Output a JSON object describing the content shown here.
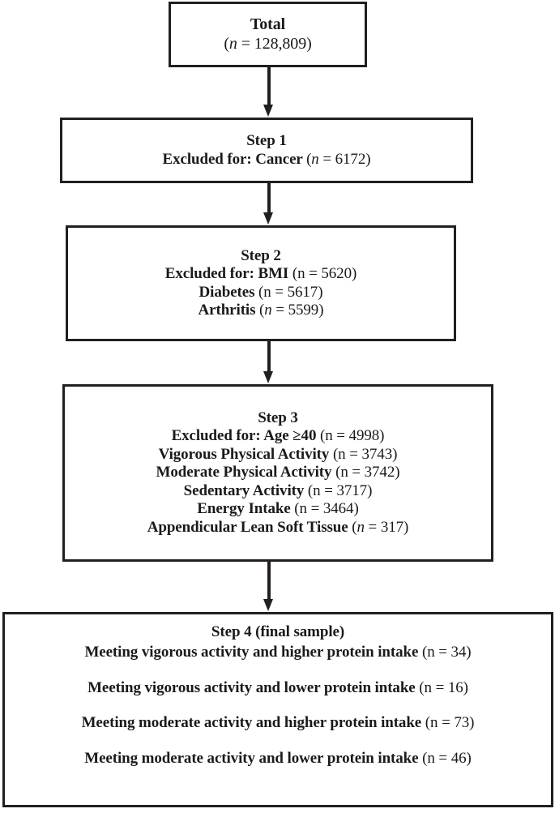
{
  "figure": {
    "kind": "participant-flow-diagram",
    "colors": {
      "border": "#231f20",
      "text": "#1a1a1a",
      "background": "#ffffff",
      "arrow": "#231f20"
    }
  },
  "nodes": {
    "total": {
      "title": "Total",
      "count_text": "(n = 128,809)",
      "count_prefix": "(",
      "count_var": "n",
      "count_value": " = 128,809)"
    },
    "step1": {
      "title": "Step 1",
      "lines": [
        {
          "label": "Excluded for: Cancer ",
          "paren_open": "(",
          "var": "n",
          "var_italic": true,
          "value": " = 6172)"
        }
      ]
    },
    "step2": {
      "title": "Step 2",
      "lines": [
        {
          "label": "Excluded for: BMI ",
          "paren_open": "(",
          "var": "n",
          "var_italic": false,
          "value": " = 5620)"
        },
        {
          "label": "Diabetes ",
          "paren_open": "(",
          "var": "n",
          "var_italic": false,
          "value": " = 5617)"
        },
        {
          "label": "Arthritis ",
          "paren_open": "(",
          "var": "n",
          "var_italic": true,
          "value": " = 5599)"
        }
      ]
    },
    "step3": {
      "title": "Step 3",
      "lines": [
        {
          "label": "Excluded for: Age ≥40 ",
          "paren_open": "(",
          "var": "n",
          "var_italic": false,
          "value": " = 4998)"
        },
        {
          "label": "Vigorous Physical Activity ",
          "paren_open": "(",
          "var": "n",
          "var_italic": false,
          "value": " = 3743)"
        },
        {
          "label": "Moderate Physical Activity ",
          "paren_open": "(",
          "var": "n",
          "var_italic": false,
          "value": " = 3742)"
        },
        {
          "label": "Sedentary Activity ",
          "paren_open": "(",
          "var": "n",
          "var_italic": false,
          "value": " = 3717)"
        },
        {
          "label": "Energy Intake ",
          "paren_open": "(",
          "var": "n",
          "var_italic": false,
          "value": " = 3464)"
        },
        {
          "label": "Appendicular Lean Soft Tissue ",
          "paren_open": "(",
          "var": "n",
          "var_italic": true,
          "value": " = 317)"
        }
      ]
    },
    "step4": {
      "title": "Step 4 (final sample)",
      "lines": [
        {
          "label": "Meeting vigorous activity and higher protein intake ",
          "paren_open": "(",
          "var": "n",
          "var_italic": false,
          "value": " = 34)"
        },
        {
          "label": "Meeting vigorous activity and lower protein intake ",
          "paren_open": "(",
          "var": "n",
          "var_italic": false,
          "value": " = 16)"
        },
        {
          "label": "Meeting moderate activity and higher protein intake ",
          "paren_open": "(",
          "var": "n",
          "var_italic": false,
          "value": " = 73)"
        },
        {
          "label": "Meeting moderate activity and lower protein intake ",
          "paren_open": "(",
          "var": "n",
          "var_italic": false,
          "value": " = 46)"
        }
      ]
    }
  },
  "arrows": [
    {
      "id": "arrow-total-to-step1",
      "from": "total",
      "to": "step1",
      "direction": "down"
    },
    {
      "id": "arrow-step1-to-step2",
      "from": "step1",
      "to": "step2",
      "direction": "down"
    },
    {
      "id": "arrow-step2-to-step3",
      "from": "step2",
      "to": "step3",
      "direction": "down"
    },
    {
      "id": "arrow-step3-to-step4",
      "from": "step3",
      "to": "step4",
      "direction": "down"
    }
  ]
}
